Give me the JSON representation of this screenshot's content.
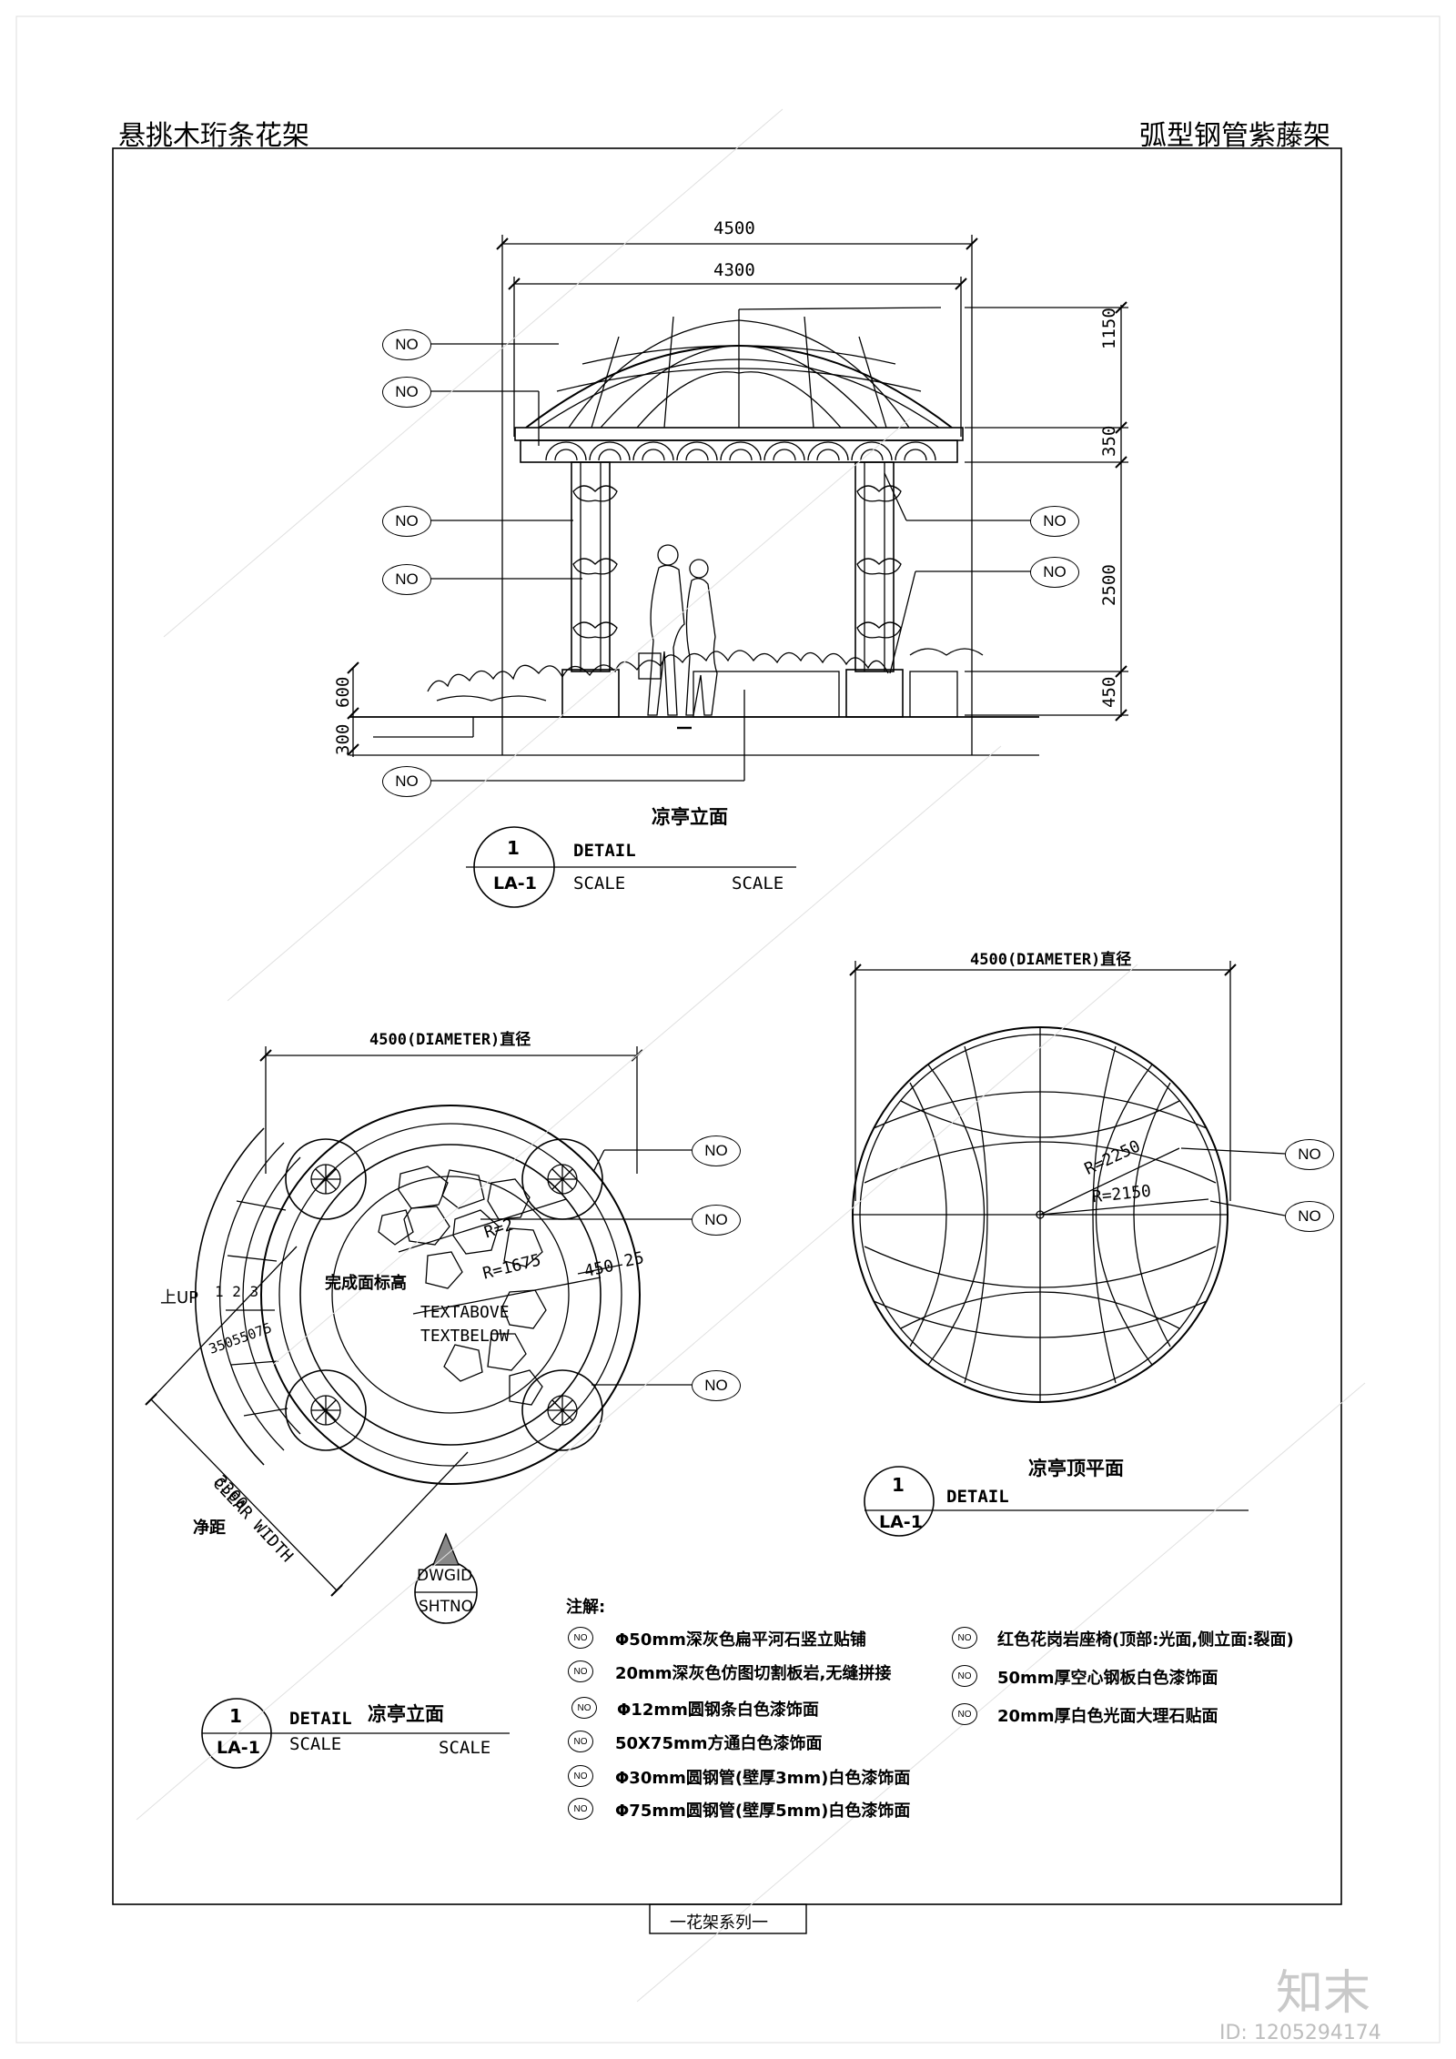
{
  "sheet": {
    "title_left": "悬挑木珩条花架",
    "title_right": "弧型钢管紫藤架",
    "footer": "一花架系列一",
    "watermark_brand": "知末",
    "watermark_id": "ID: 1205294174"
  },
  "elevation": {
    "dim_outer": "4500",
    "dim_inner": "4300",
    "dim_right": [
      "1150",
      "350",
      "2500",
      "450"
    ],
    "dim_left": [
      "600",
      "300"
    ],
    "caption": "凉亭立面",
    "detail_num": "1",
    "detail_sheet": "LA-1",
    "detail_word": "DETAIL",
    "scale_a": "SCALE",
    "scale_b": "SCALE",
    "tag": "NO"
  },
  "plan": {
    "dim_top": "4500(DIAMETER)直径",
    "label_finish": "完成面标高",
    "text_above": "TEXTABOVE",
    "text_below": "TEXTBELOW",
    "r_small": "R=1675",
    "r_big": "R=2",
    "dim_450": "450",
    "dim_25": "25",
    "up": "上UP",
    "steps": "1 2 3",
    "dim_stair": "35055075",
    "clear_dim": "3300",
    "clear_en": "CLEAR WIDTH",
    "clear_cn": "净距",
    "dwgid": "DWGID",
    "shtno": "SHTNO",
    "caption": "凉亭立面",
    "detail_num": "1",
    "detail_sheet": "LA-1",
    "detail_word": "DETAIL",
    "scale_a": "SCALE",
    "scale_b": "SCALE"
  },
  "roof": {
    "dim_top": "4500(DIAMETER)直径",
    "r1": "R=2250",
    "r2": "R=2150",
    "caption": "凉亭顶平面",
    "detail_num": "1",
    "detail_sheet": "LA-1",
    "detail_word": "DETAIL"
  },
  "notes": {
    "heading": "注解:",
    "left": [
      "Φ50mm深灰色扁平河石竖立贴铺",
      "20mm深灰色仿图切割板岩,无缝拼接",
      "Φ12mm圆钢条白色漆饰面",
      "50X75mm方通白色漆饰面",
      "Φ30mm圆钢管(壁厚3mm)白色漆饰面",
      "Φ75mm圆钢管(壁厚5mm)白色漆饰面"
    ],
    "right": [
      "红色花岗岩座椅(顶部:光面,侧立面:裂面)",
      "50mm厚空心钢板白色漆饰面",
      "20mm厚白色光面大理石贴面"
    ]
  }
}
